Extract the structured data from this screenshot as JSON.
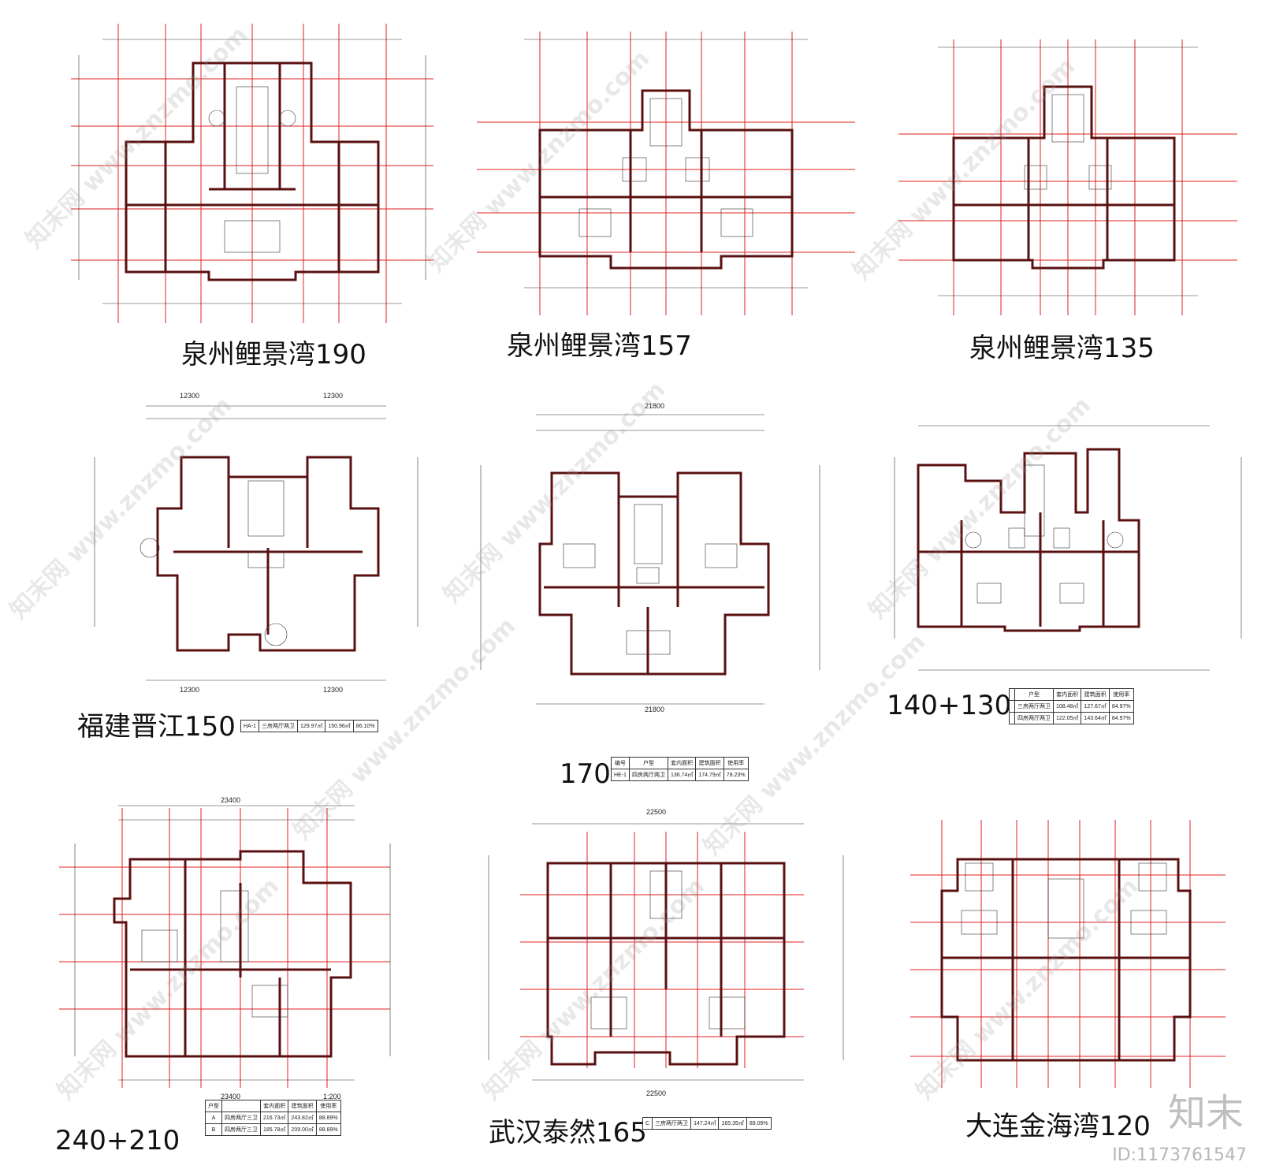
{
  "captions": {
    "p1": "泉州鲤景湾190",
    "p2": "泉州鲤景湾157",
    "p3": "泉州鲤景湾135",
    "p4": "福建晋江150",
    "p5": "170",
    "p6": "140+130",
    "p7": "240+210",
    "p8": "武汉泰然165",
    "p9": "大连金海湾120"
  },
  "dims": {
    "p4_top": "12300",
    "p4_top2": "12300",
    "p4_bottom": "12300",
    "p4_bottom2": "12300",
    "p5_top": "21800",
    "p5_bottom": "21800",
    "p7_top": "23400",
    "p7_bottom": "23400",
    "p7_scale": "1:200",
    "p8_top": "22500",
    "p8_bottom": "22500"
  },
  "tables": {
    "p4": {
      "row": [
        "HA-1",
        "三房两厅两卫",
        "129.97㎡",
        "150.96㎡",
        "86.10%"
      ]
    },
    "p5": {
      "head": [
        "编号",
        "户型",
        "套内面积",
        "建筑面积",
        "使用率"
      ],
      "row": [
        "HE-1",
        "四房两厅两卫",
        "136.74㎡",
        "174.79㎡",
        "78.23%"
      ]
    },
    "p6": {
      "rows": [
        [
          "",
          "户型",
          "套内面积",
          "建筑面积",
          "使用率"
        ],
        [
          "",
          "三房两厅两卫",
          "108.48㎡",
          "127.67㎡",
          "84.97%"
        ],
        [
          "",
          "四房两厅两卫",
          "122.05㎡",
          "143.64㎡",
          "84.97%"
        ]
      ]
    },
    "p7": {
      "rows": [
        [
          "户型",
          "",
          "套内面积",
          "建筑面积",
          "使用率"
        ],
        [
          "A",
          "四房两厅三卫",
          "216.73㎡",
          "243.82㎡",
          "88.89%"
        ],
        [
          "B",
          "四房两厅三卫",
          "185.78㎡",
          "209.00㎡",
          "88.89%"
        ]
      ]
    },
    "p8": {
      "row": [
        "C",
        "三房两厅两卫",
        "147.24㎡",
        "165.35㎡",
        "89.05%"
      ]
    }
  },
  "watermark": "知末网 www.znzmo.com",
  "logo": "知末",
  "image_id": "ID:1173761547",
  "colors": {
    "wall": "#5a1010",
    "axis": "#e02020",
    "dim": "#333333"
  }
}
